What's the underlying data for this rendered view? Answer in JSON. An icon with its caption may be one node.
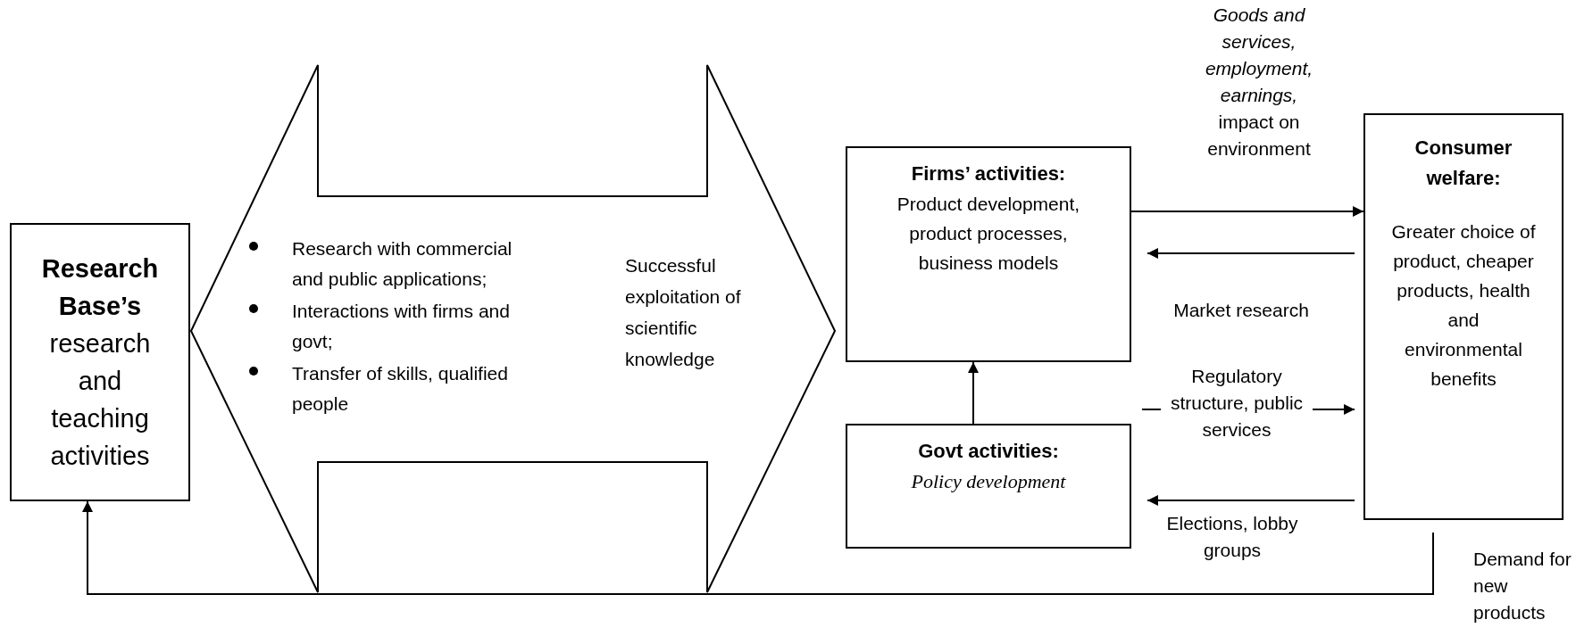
{
  "diagram": {
    "nodes": [
      {
        "text": [
          "Research Base’s",
          "research and teaching activities"
        ]
      },
      {
        "text": [
          "Research with commercial and public applications;",
          "Interactions with firms and govt;",
          "Transfer of skills, qualified people",
          "Successful exploitation of scientific knowledge"
        ]
      },
      {
        "text": [
          "Firms’ activities:",
          "Product development, product processes, business models"
        ]
      },
      {
        "text": [
          "Govt activities:",
          "*Policy development*"
        ]
      },
      {
        "text": [
          "**Consumer welfare**:",
          "Greater choice of product, cheaper products, health and environmental benefits"
        ]
      }
    ],
    "edges": [
      {
        "from": 2,
        "to": 4,
        "arrow": "to",
        "label": "*Goods and services, employment, earnings,* impact on environment"
      },
      {
        "from": 4,
        "to": 2,
        "arrow": "to",
        "label": "Market research"
      },
      {
        "from": 3,
        "to": 2,
        "arrow": "to"
      },
      {
        "from": 3,
        "to": 4,
        "arrow": "to",
        "label": "Regulatory structure, public services"
      },
      {
        "from": 4,
        "to": 3,
        "arrow": "to",
        "label": "Elections, lobby groups"
      },
      {
        "from": 4,
        "to": 0,
        "arrow": "to",
        "label": "Demand for new products"
      }
    ]
  }
}
